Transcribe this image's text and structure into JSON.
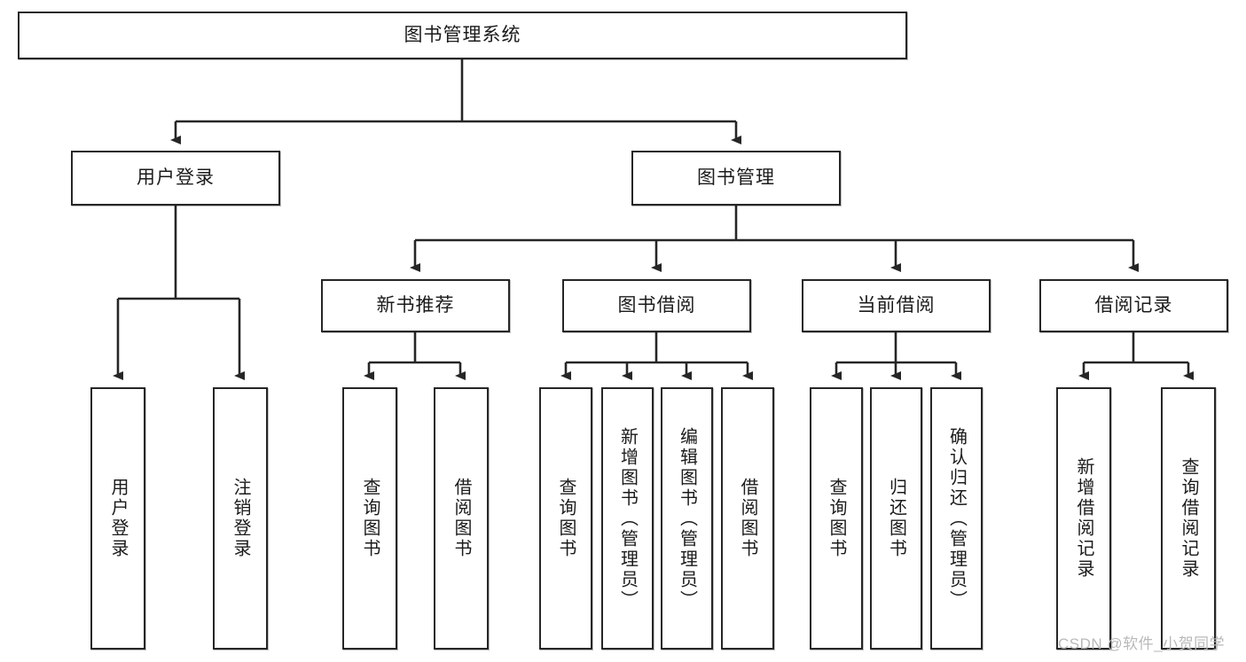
{
  "diagram": {
    "type": "tree-hierarchy-chart",
    "title": "图书管理系统",
    "background_color": "#ffffff",
    "border_color": "#262626",
    "text_color": "#1b1b1b",
    "levels": 4,
    "root": {
      "id": "root",
      "label": "图书管理系统"
    },
    "level2": [
      {
        "id": "user-login",
        "label": "用户登录"
      },
      {
        "id": "book-manage",
        "label": "图书管理"
      }
    ],
    "level3": [
      {
        "id": "new-book-recommend",
        "label": "新书推荐",
        "parent": "book-manage"
      },
      {
        "id": "book-borrow",
        "label": "图书借阅",
        "parent": "book-manage"
      },
      {
        "id": "current-borrow",
        "label": "当前借阅",
        "parent": "book-manage"
      },
      {
        "id": "borrow-record",
        "label": "借阅记录",
        "parent": "book-manage"
      }
    ],
    "leaves": {
      "user-login": [
        {
          "id": "leaf-user-login",
          "label": "用户登录"
        },
        {
          "id": "leaf-logout-login",
          "label": "注销登录"
        }
      ],
      "new-book-recommend": [
        {
          "id": "leaf-query-book-1",
          "label": "查询图书"
        },
        {
          "id": "leaf-borrow-book-1",
          "label": "借阅图书"
        }
      ],
      "book-borrow": [
        {
          "id": "leaf-query-book-2",
          "label": "查询图书"
        },
        {
          "id": "leaf-add-book",
          "label": "新增图书（管理员）"
        },
        {
          "id": "leaf-edit-book",
          "label": "编辑图书（管理员）"
        },
        {
          "id": "leaf-borrow-book-2",
          "label": "借阅图书"
        }
      ],
      "current-borrow": [
        {
          "id": "leaf-query-book-3",
          "label": "查询图书"
        },
        {
          "id": "leaf-return-book",
          "label": "归还图书"
        },
        {
          "id": "leaf-confirm-return",
          "label": "确认归还（管理员）"
        }
      ],
      "borrow-record": [
        {
          "id": "leaf-add-record",
          "label": "新增借阅记录"
        },
        {
          "id": "leaf-query-record",
          "label": "查询借阅记录"
        }
      ]
    }
  },
  "watermark": {
    "text": "CSDN @软件_小贺同学",
    "color": "#b9b9b9"
  }
}
